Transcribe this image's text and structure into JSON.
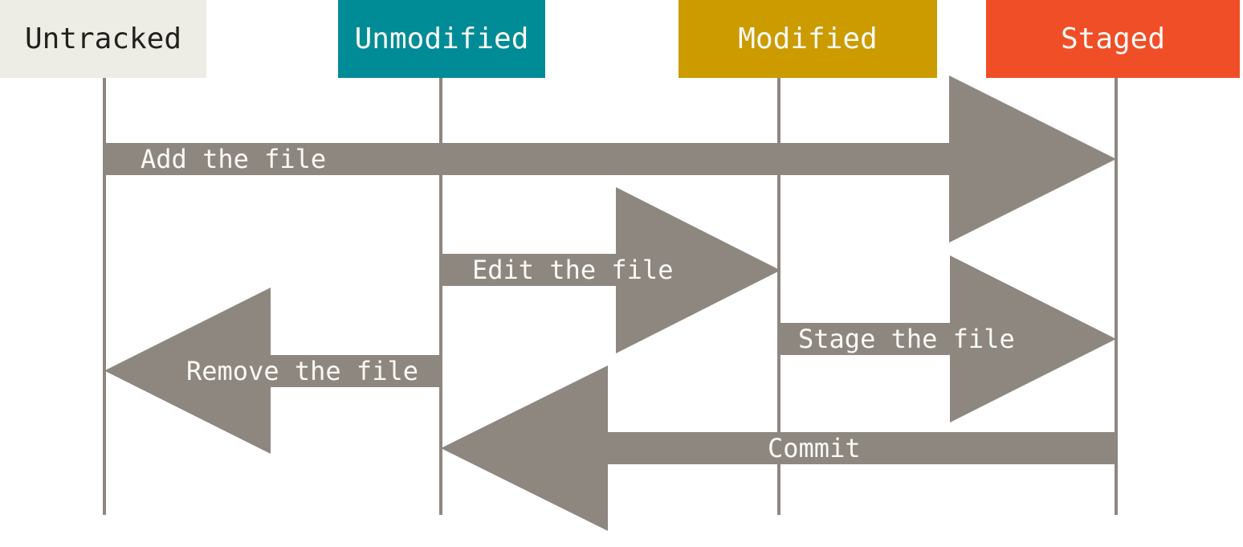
{
  "colors": {
    "background": "#FFFFFF",
    "arrow": "#8E8780",
    "lifeline": "#8E8780",
    "label_text_light": "#FAF9F5",
    "untracked_bg": "#EEEDE5",
    "untracked_text": "#21211D",
    "unmodified_bg": "#008C96",
    "modified_bg": "#CB9B00",
    "staged_bg": "#F04E27"
  },
  "columns": [
    {
      "id": "untracked",
      "label": "Untracked",
      "bg": "#EEEDE5",
      "text_color": "#21211D"
    },
    {
      "id": "unmodified",
      "label": "Unmodified",
      "bg": "#008C96",
      "text_color": "#FAF9F5"
    },
    {
      "id": "modified",
      "label": "Modified",
      "bg": "#CB9B00",
      "text_color": "#FAF9F5"
    },
    {
      "id": "staged",
      "label": "Staged",
      "bg": "#F04E27",
      "text_color": "#FAF9F5"
    }
  ],
  "transitions": [
    {
      "label": "Add the file",
      "from": "untracked",
      "to": "staged",
      "direction": "right"
    },
    {
      "label": "Edit the file",
      "from": "unmodified",
      "to": "modified",
      "direction": "right"
    },
    {
      "label": "Stage the file",
      "from": "modified",
      "to": "staged",
      "direction": "right"
    },
    {
      "label": "Remove the file",
      "from": "unmodified",
      "to": "untracked",
      "direction": "left"
    },
    {
      "label": "Commit",
      "from": "staged",
      "to": "unmodified",
      "direction": "left"
    }
  ]
}
